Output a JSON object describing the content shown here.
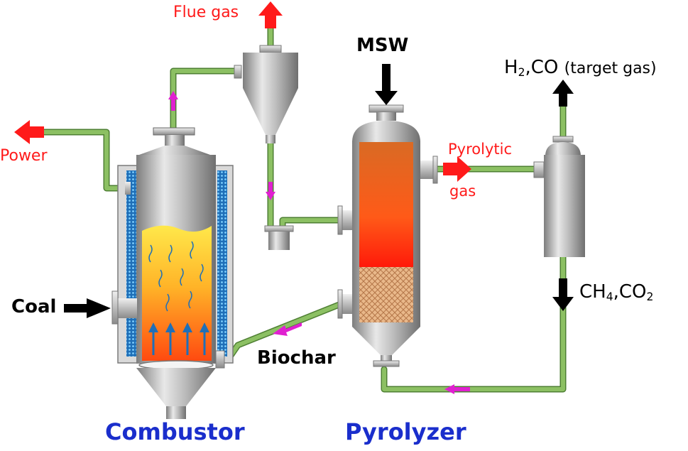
{
  "labels": {
    "flue_gas": "Flue gas",
    "msw": "MSW",
    "target_gas_formula_h": "H",
    "target_gas_sub2": "2",
    "target_gas_formula_co": ",CO",
    "target_gas_note": "(target gas)",
    "power": "Power",
    "pyrolytic": "Pyrolytic",
    "gas": "gas",
    "ch": "CH",
    "sub4": "4",
    "co": ",CO",
    "sub2": "2",
    "coal": "Coal",
    "biochar": "Biochar",
    "combustor": "Combustor",
    "pyrolyzer": "Pyrolyzer"
  },
  "colors": {
    "pipe": "#8cc063",
    "pipe_outline": "#4e7f33",
    "steel_dark": "#8a8a8a",
    "steel_light": "#e6e6e6",
    "flow_arrow": "#ff1a1a",
    "feed_arrow": "#000000",
    "internal_arrow": "#e020d0",
    "insulation": "#3fa9e0",
    "title_blue": "#1a2ecc"
  }
}
